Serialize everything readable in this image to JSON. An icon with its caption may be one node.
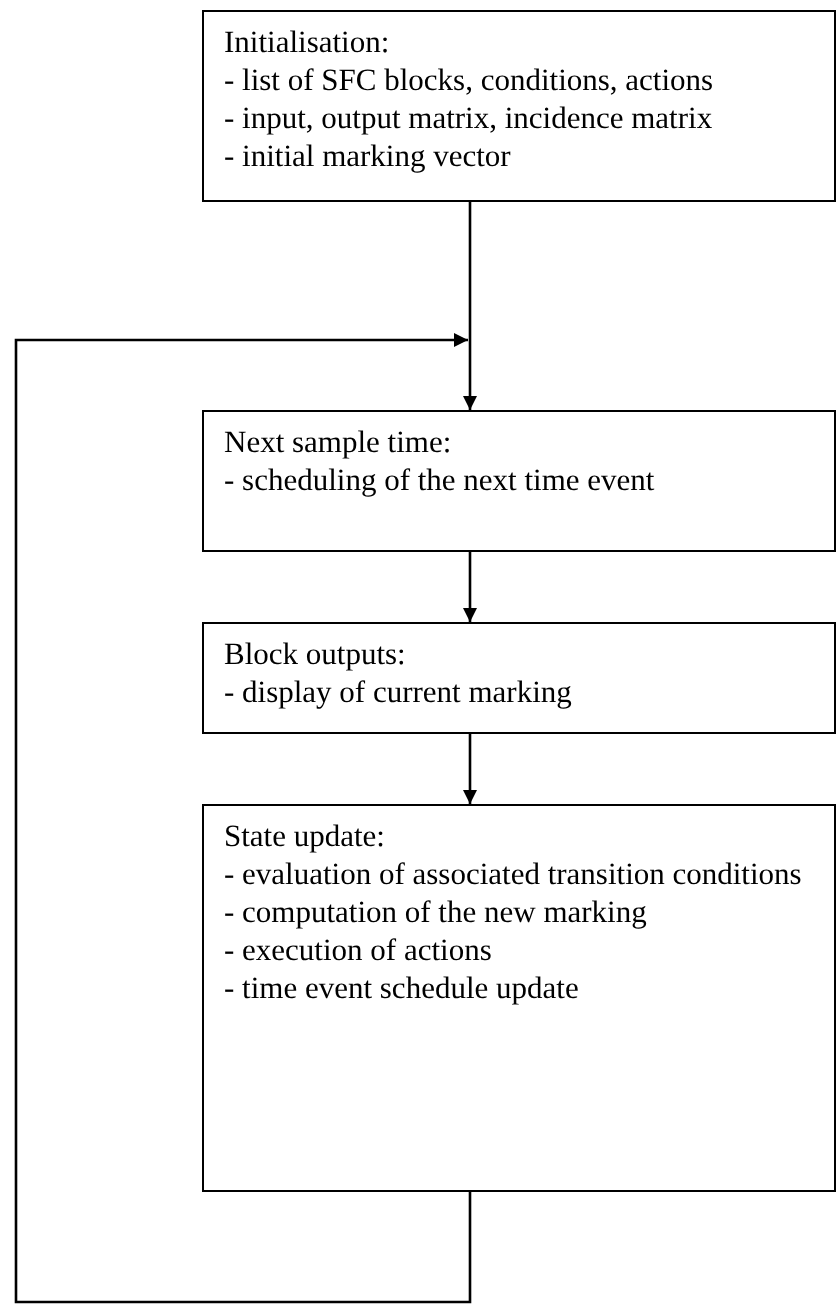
{
  "diagram": {
    "nodes": [
      {
        "text": [
          "Initialisation:",
          "- list of SFC blocks, conditions, actions",
          "- input, output matrix, incidence matrix",
          "- initial marking vector"
        ]
      },
      {
        "text": [
          "Next sample time:",
          "- scheduling of the next time event"
        ]
      },
      {
        "text": [
          "Block outputs:",
          "- display of current marking"
        ]
      },
      {
        "text": [
          "State update:",
          "- evaluation of associated transition conditions",
          "- computation of the new marking",
          "- execution of actions",
          "- time event schedule update"
        ]
      }
    ],
    "edges": [
      {
        "from": 0,
        "to": 1,
        "arrow": "to"
      },
      {
        "from": 1,
        "to": 2,
        "arrow": "to"
      },
      {
        "from": 2,
        "to": 3,
        "arrow": "to"
      },
      {
        "from": 3,
        "to": 1,
        "arrow": "to"
      }
    ]
  }
}
